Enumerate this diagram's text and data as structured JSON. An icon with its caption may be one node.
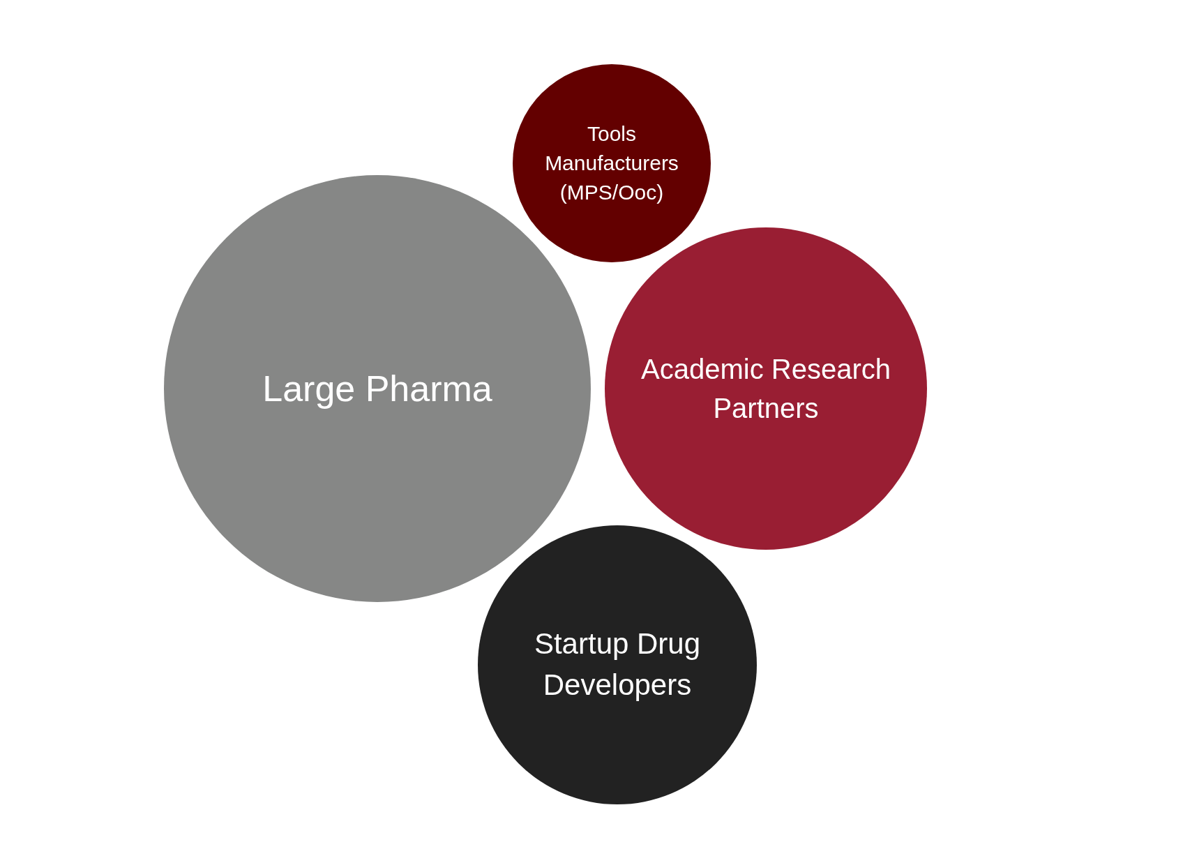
{
  "diagram": {
    "nodes": [
      {
        "text": [
          "Tools Manufacturers (MPS/Ooc)"
        ]
      },
      {
        "text": [
          "Large Pharma"
        ]
      },
      {
        "text": [
          "Academic Research Partners"
        ]
      },
      {
        "text": [
          "Startup Drug Developers"
        ]
      }
    ]
  }
}
